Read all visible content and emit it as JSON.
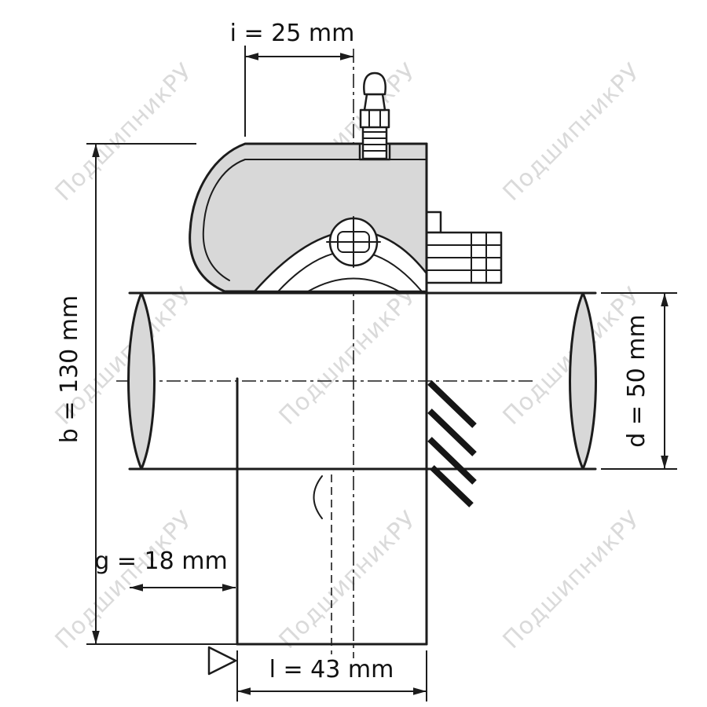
{
  "page": {
    "background": "#ffffff"
  },
  "watermark": {
    "text": "ПодшипникРУ",
    "color": "#bcbcbc"
  },
  "drawing": {
    "type": "flanged-bearing-unit-cross-section",
    "dimensions": {
      "i": {
        "label": "i = 25 mm"
      },
      "b": {
        "label": "b = 130 mm"
      },
      "d": {
        "label": "d = 50 mm"
      },
      "g": {
        "label": "g = 18 mm"
      },
      "l": {
        "label": "l = 43 mm"
      }
    },
    "colors": {
      "line": "#1c1c1c",
      "section_fill": "#d8d8d8",
      "background": "#ffffff"
    }
  }
}
